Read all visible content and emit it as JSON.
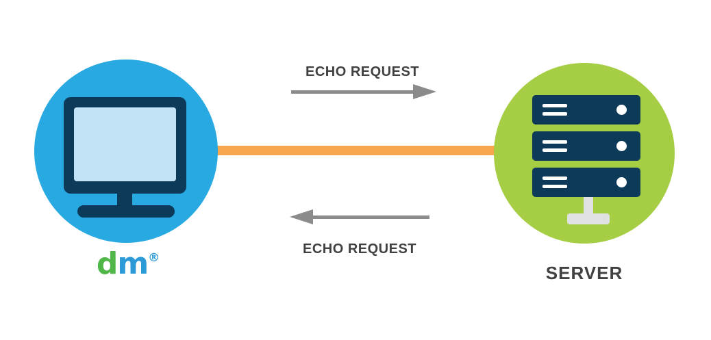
{
  "diagram": {
    "type": "network-echo-diagram",
    "client": {
      "icon": "monitor-icon",
      "logo": {
        "d": "d",
        "m": "m",
        "registered": "®"
      }
    },
    "server": {
      "icon": "server-rack-icon",
      "label": "SERVER",
      "rack_count": 3
    },
    "messages": {
      "top": {
        "label": "ECHO REQUEST",
        "direction": "right"
      },
      "bottom": {
        "label": "ECHO REQUEST",
        "direction": "left"
      }
    }
  },
  "colors": {
    "client_circle": "#29A9E1",
    "server_circle": "#A5CE44",
    "device_navy": "#0C3A58",
    "screen_light_blue": "#C2E3F6",
    "connection_orange": "#F7A64E",
    "arrow_gray": "#8B8B8B",
    "label_dark": "#414042",
    "logo_green": "#50B648",
    "logo_blue": "#2D9AD8",
    "stand_gray": "#E0E1E2"
  }
}
